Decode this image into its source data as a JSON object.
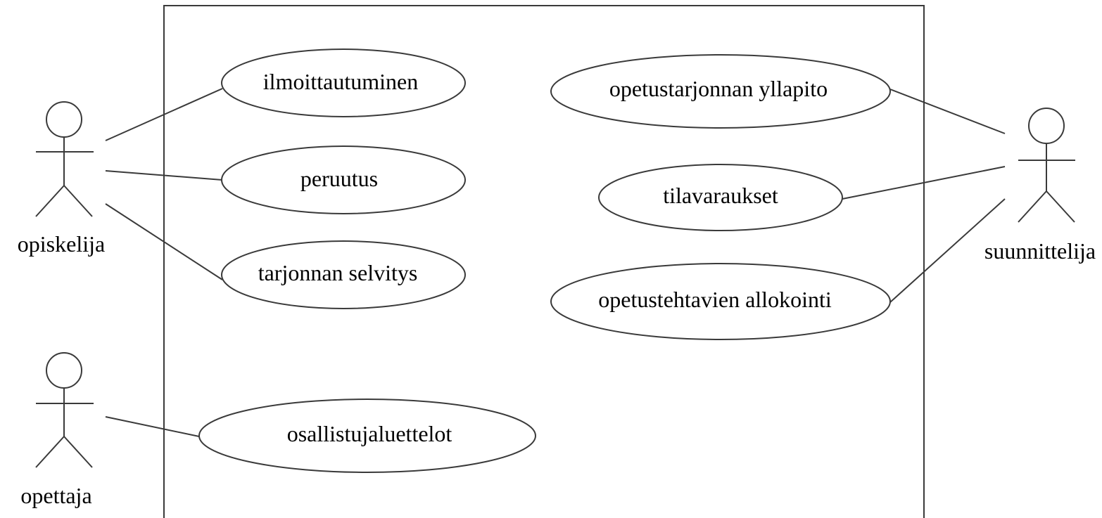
{
  "use_cases": {
    "ilmoittautuminen": "ilmoittautuminen",
    "peruutus": "peruutus",
    "tarjonnan_selvitys": "tarjonnan selvitys",
    "osallistujaluettelot": "osallistujaluettelot",
    "opetustarjonnan_yllapito": "opetustarjonnan yllapito",
    "tilavaraukset": "tilavaraukset",
    "opetustehtavien_allokointi": "opetustehtavien allokointi"
  },
  "actors": {
    "opiskelija": "opiskelija",
    "opettaja": "opettaja",
    "suunnittelija": "suunnittelija"
  }
}
